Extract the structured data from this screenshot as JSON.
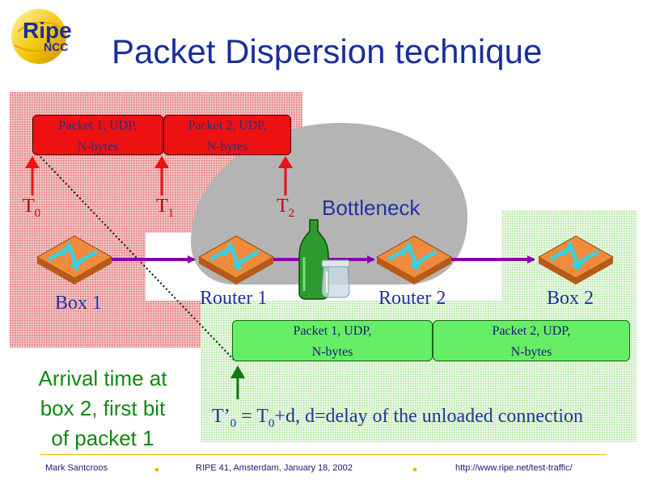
{
  "logo": {
    "main": "Ripe",
    "sub": "NCC"
  },
  "title": "Packet Dispersion technique",
  "sender_packets": [
    {
      "line1": "Packet 1, UDP,",
      "line2": "N-bytes"
    },
    {
      "line1": "Packet 2, UDP,",
      "line2": "N-bytes"
    }
  ],
  "receiver_packets": [
    {
      "line1": "Packet 1, UDP,",
      "line2": "N-bytes"
    },
    {
      "line1": "Packet 2, UDP,",
      "line2": "N-bytes"
    }
  ],
  "time_labels": [
    {
      "base": "T",
      "sub": "0"
    },
    {
      "base": "T",
      "sub": "1"
    },
    {
      "base": "T",
      "sub": "2"
    }
  ],
  "bottleneck_label": "Bottleneck",
  "nodes": {
    "box1": "Box 1",
    "router1": "Router 1",
    "router2": "Router 2",
    "box2": "Box 2"
  },
  "arrival_text": {
    "line1": "Arrival time at",
    "line2": "box 2, first bit",
    "line3": "of  packet 1"
  },
  "formula": {
    "t_base": "T’",
    "t_sub": "0",
    "eq": " = T",
    "t0_sub": "0",
    "rest": "+d, d=delay of the unloaded connection"
  },
  "footer": {
    "author": "Mark Santcroos",
    "event": "RIPE 41, Amsterdam, January 18, 2002",
    "url": "http://www.ripe.net/test-traffic/"
  },
  "colors": {
    "title": "#1a2f9a",
    "packet_red": "#ee1111",
    "packet_green": "#66ee66",
    "arrow_purple": "#8800aa",
    "time_red": "#cc0000",
    "footer_dot": "#e8b400"
  }
}
